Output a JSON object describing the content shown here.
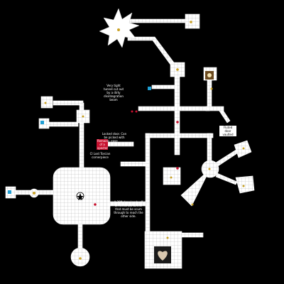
{
  "map": {
    "notes": {
      "tunnel_note": "Very tight\ntunnel cut out\nby a dirty\ndisintegration\nbeam",
      "locked_door_note": "Locked door. Can\nbe picked with\nease",
      "red_label": "Remains\nof a\nspecter",
      "statue_note": "Cl Lost Torcian\ncornerpiece",
      "pitfall_note": "A 20ft drop leads off\nan undercut tunnel\nthat must be scum\nthrough to reach the\nother side.",
      "small_box_note": "Fluted door\nvaulted"
    },
    "colors": {
      "floor": "#ffffff",
      "grid": "#9a9a9a",
      "background": "#000000",
      "note_red": "#c8102e"
    },
    "icons": [
      "starburst-hole-icon",
      "pentacle-icon",
      "treasure-chest-icon",
      "blue-crystal-icon",
      "fountain-basin-icon",
      "gold-coin-icon",
      "red-marker-icon"
    ]
  }
}
